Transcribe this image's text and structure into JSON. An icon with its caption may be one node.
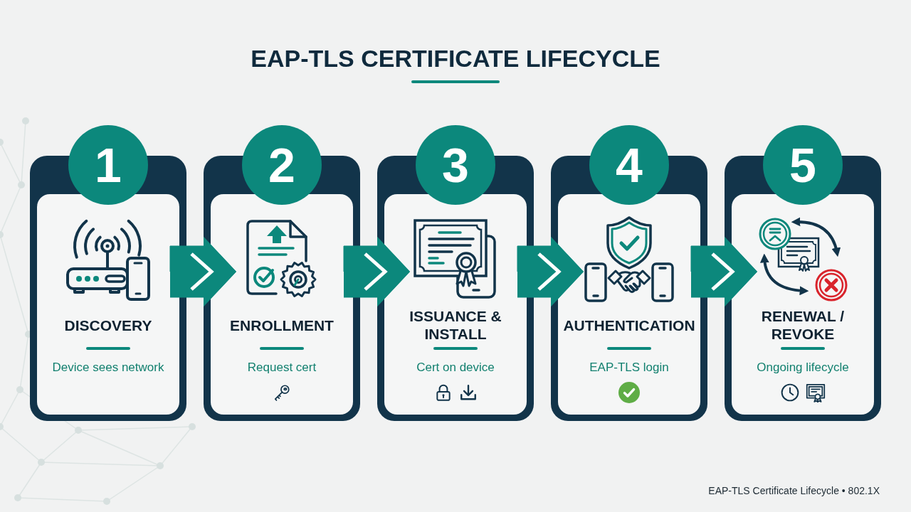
{
  "diagram": {
    "title": "EAP-TLS CERTIFICATE LIFECYCLE",
    "nodes": [
      {
        "text": [
          "1"
        ]
      },
      {
        "text": [
          "DISCOVERY",
          "Device sees network"
        ]
      },
      {
        "text": [
          "2"
        ]
      },
      {
        "text": [
          "ENROLLMENT",
          "Request cert"
        ]
      },
      {
        "text": [
          "3"
        ]
      },
      {
        "text": [
          "ISSUANCE & INSTALL",
          "Cert on device"
        ]
      },
      {
        "text": [
          "4"
        ]
      },
      {
        "text": [
          "AUTHENTICATION",
          "EAP-TLS login"
        ]
      },
      {
        "text": [
          "5"
        ]
      },
      {
        "text": [
          "RENEWAL / REVOKE",
          "Ongoing lifecycle"
        ]
      }
    ],
    "edges": [
      {
        "from": 1,
        "to": 3,
        "arrow": "to"
      },
      {
        "from": 3,
        "to": 5,
        "arrow": "to"
      },
      {
        "from": 5,
        "to": 7,
        "arrow": "to"
      },
      {
        "from": 7,
        "to": 9,
        "arrow": "to"
      }
    ],
    "labels": [
      "EAP-TLS Certificate Lifecycle • 802.1X"
    ]
  }
}
